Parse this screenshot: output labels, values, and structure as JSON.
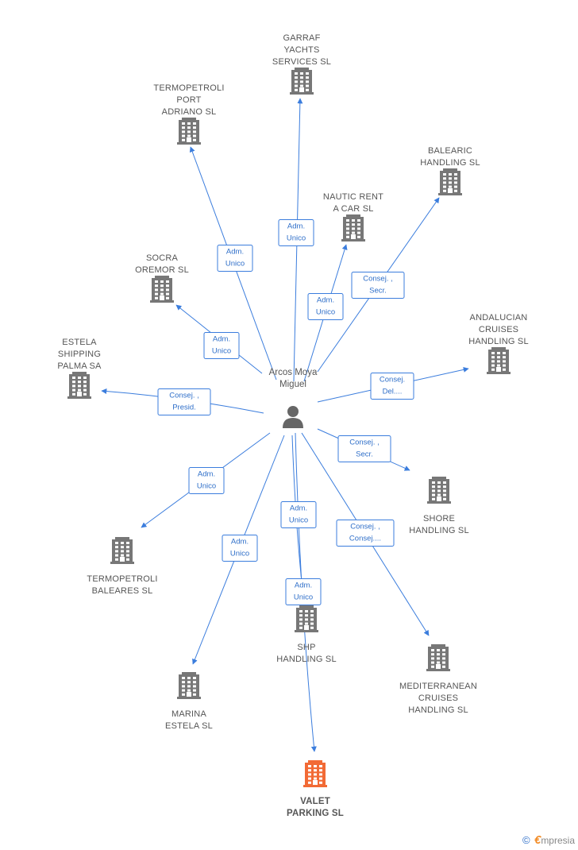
{
  "person": {
    "name_line1": "Arcos Moya",
    "name_line2": "Miguel",
    "icon": "person-icon"
  },
  "colors": {
    "edge": "#3b7ddd",
    "building": "#777777",
    "building_highlight": "#f26a35",
    "text": "#555555"
  },
  "companies": [
    {
      "id": "garraf",
      "lines": [
        "GARRAF",
        "YACHTS",
        "SERVICES SL"
      ],
      "icon": "building-icon",
      "highlight": false
    },
    {
      "id": "termopetroli-port",
      "lines": [
        "TERMOPETROLI",
        "PORT",
        "ADRIANO SL"
      ],
      "icon": "building-icon",
      "highlight": false
    },
    {
      "id": "balearic",
      "lines": [
        "BALEARIC",
        "HANDLING SL"
      ],
      "icon": "building-icon",
      "highlight": false
    },
    {
      "id": "nautic",
      "lines": [
        "NAUTIC RENT",
        "A CAR SL"
      ],
      "icon": "building-icon",
      "highlight": false
    },
    {
      "id": "socra",
      "lines": [
        "SOCRA",
        "OREMOR SL"
      ],
      "icon": "building-icon",
      "highlight": false
    },
    {
      "id": "andalucian",
      "lines": [
        "ANDALUCIAN",
        "CRUISES",
        "HANDLING SL"
      ],
      "icon": "building-icon",
      "highlight": false
    },
    {
      "id": "estela-shipping",
      "lines": [
        "ESTELA",
        "SHIPPING",
        "PALMA SA"
      ],
      "icon": "building-icon",
      "highlight": false
    },
    {
      "id": "shore",
      "lines": [
        "SHORE",
        "HANDLING SL"
      ],
      "icon": "building-icon",
      "highlight": false
    },
    {
      "id": "termopetroli-baleares",
      "lines": [
        "TERMOPETROLI",
        "BALEARES SL"
      ],
      "icon": "building-icon",
      "highlight": false
    },
    {
      "id": "shp",
      "lines": [
        "SHP",
        "HANDLING SL"
      ],
      "icon": "building-icon",
      "highlight": false
    },
    {
      "id": "mediterranean",
      "lines": [
        "MEDITERRANEAN",
        "CRUISES",
        "HANDLING SL"
      ],
      "icon": "building-icon",
      "highlight": false
    },
    {
      "id": "marina",
      "lines": [
        "MARINA",
        "ESTELA SL"
      ],
      "icon": "building-icon",
      "highlight": false
    },
    {
      "id": "valet",
      "lines": [
        "VALET",
        "PARKING SL"
      ],
      "icon": "building-icon",
      "highlight": true
    }
  ],
  "relations": [
    {
      "to": "garraf",
      "badge": [
        "Adm.",
        "Unico"
      ]
    },
    {
      "to": "termopetroli-port",
      "badge": [
        "Adm.",
        "Unico"
      ]
    },
    {
      "to": "balearic",
      "badge": [
        "Consej. ,",
        "Secr."
      ]
    },
    {
      "to": "nautic",
      "badge": [
        "Adm.",
        "Unico"
      ]
    },
    {
      "to": "socra",
      "badge": [
        "Adm.",
        "Unico"
      ]
    },
    {
      "to": "andalucian",
      "badge": [
        "Consej.",
        "Del...."
      ]
    },
    {
      "to": "estela-shipping",
      "badge": [
        "Consej. ,",
        "Presid."
      ]
    },
    {
      "to": "shore",
      "badge": [
        "Consej. ,",
        "Secr."
      ]
    },
    {
      "to": "termopetroli-baleares",
      "badge": [
        "Adm.",
        "Unico"
      ]
    },
    {
      "to": "shp",
      "badge": [
        "Adm.",
        "Unico"
      ]
    },
    {
      "to": "mediterranean",
      "badge": [
        "Consej. ,",
        "Consej...."
      ]
    },
    {
      "to": "marina",
      "badge": [
        "Adm.",
        "Unico"
      ]
    },
    {
      "to": "valet",
      "badge": [
        "Adm.",
        "Unico"
      ]
    }
  ],
  "footer": {
    "copyright": "©",
    "brand_first": "€",
    "brand_rest": "mpresia"
  }
}
